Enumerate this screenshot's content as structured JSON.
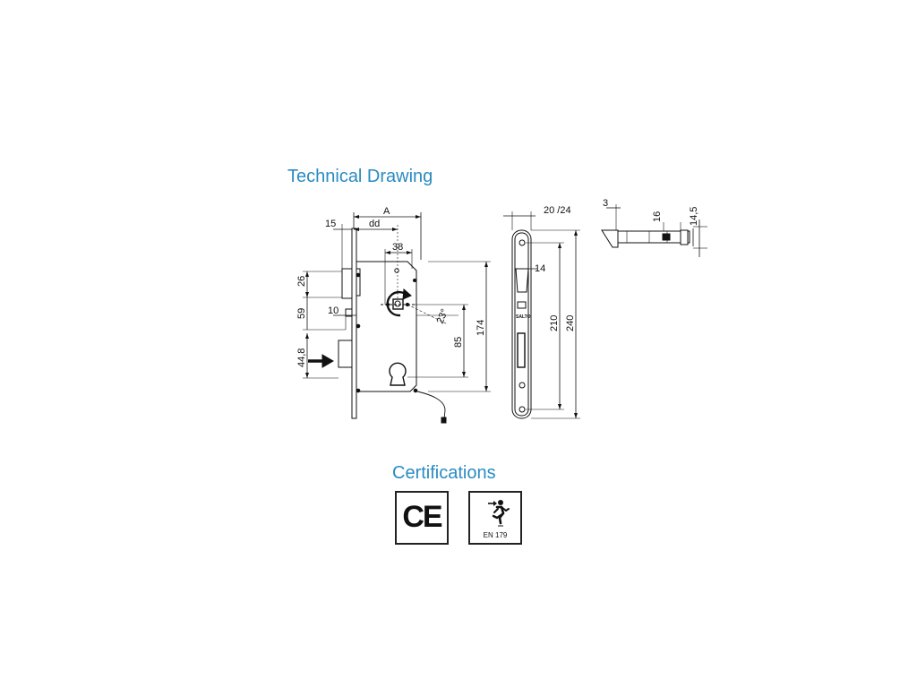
{
  "sections": {
    "drawing_title": "Technical Drawing",
    "certifications_title": "Certifications"
  },
  "dimensions": {
    "front": {
      "a": "A",
      "dd": "dd",
      "w15": "15",
      "w38": "38",
      "h26": "26",
      "h59": "59",
      "w10": "10",
      "h44_8": "44,8",
      "angle": "23°",
      "h85": "85",
      "h174": "174"
    },
    "faceplate": {
      "w20_24": "20 /24",
      "w14": "14",
      "h210": "210",
      "h240": "240",
      "brand": "SALTO"
    },
    "side": {
      "w3": "3",
      "h16": "16",
      "h14_5": "14,5"
    }
  },
  "certifications": {
    "ce": "CE",
    "en": "EN 179"
  }
}
